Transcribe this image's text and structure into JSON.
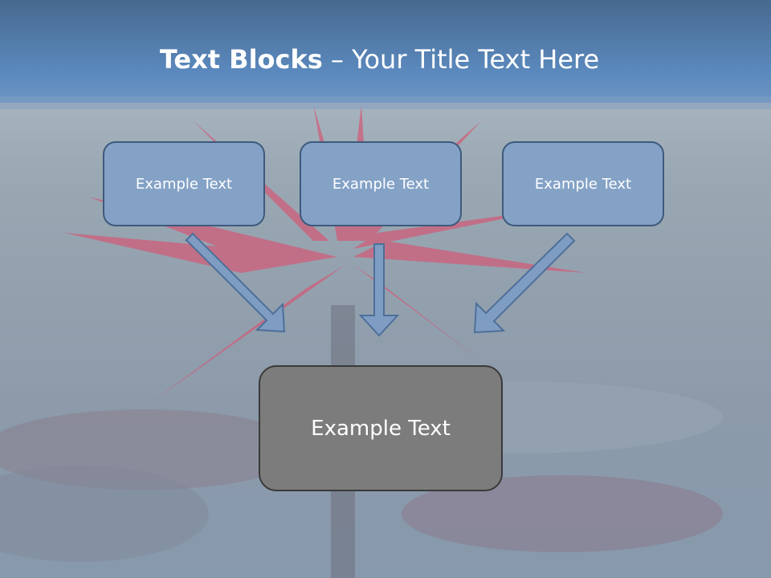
{
  "title": {
    "bold": "Text Blocks",
    "rest": " – Your Title Text Here"
  },
  "blocks": {
    "top": [
      "Example Text",
      "Example Text",
      "Example Text"
    ],
    "bottom": "Example Text"
  },
  "colors": {
    "header": "#4e7aaa",
    "top_box_fill": "#84a2c6",
    "top_box_border": "#3d5a7c",
    "bottom_box_fill": "#7c7c7c",
    "arrow_fill": "#7f9dc2"
  }
}
